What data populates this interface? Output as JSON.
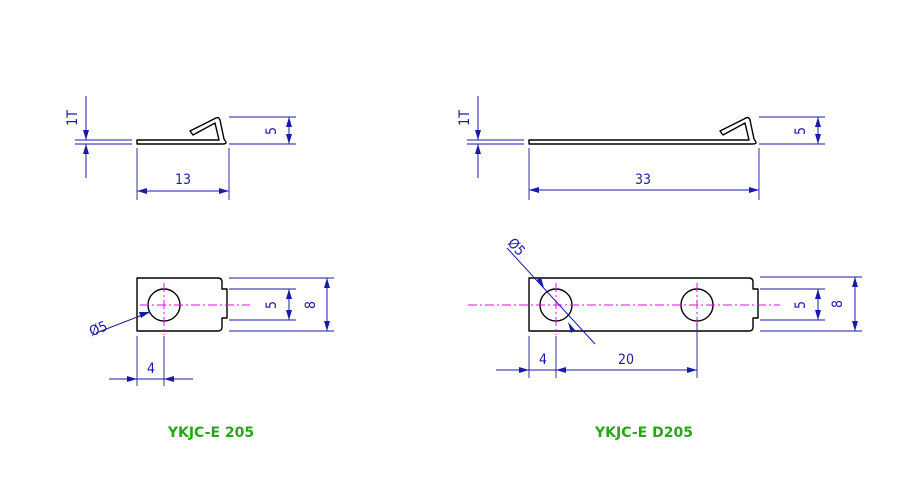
{
  "parts": [
    {
      "name": "YKJC-E 205",
      "side_view": {
        "thickness": "1T",
        "height": "5",
        "length": "13"
      },
      "top_view": {
        "hole_diameter": "Ø5",
        "width": "8",
        "slot_width": "5",
        "hole_offset": "4"
      }
    },
    {
      "name": "YKJC-E D205",
      "side_view": {
        "thickness": "1T",
        "height": "5",
        "length": "33"
      },
      "top_view": {
        "hole_diameter": "Ø5",
        "width": "8",
        "slot_width": "5",
        "hole_offset": "4",
        "hole_pitch": "20"
      }
    }
  ],
  "colors": {
    "outline": "#000000",
    "dimension": "#1a1aa8",
    "centerline": "#ff00ff",
    "label": "#27a617"
  }
}
